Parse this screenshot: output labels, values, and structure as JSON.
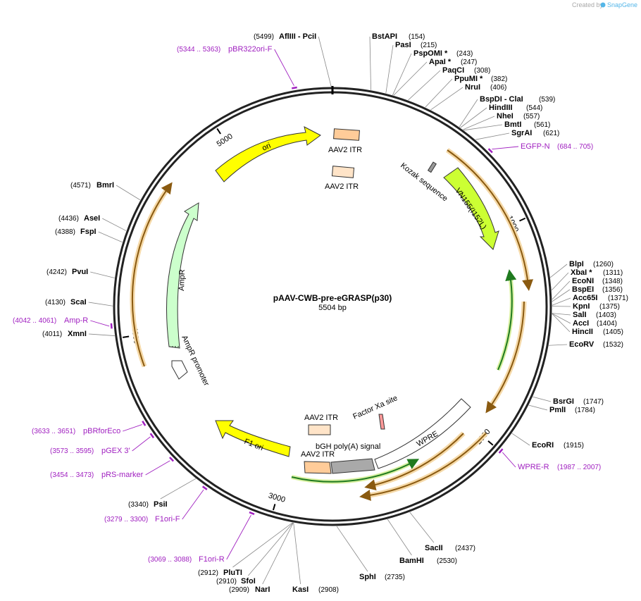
{
  "plasmid": {
    "name": "pAAV-CWB-pre-eGRASP(p30)",
    "length_label": "5504 bp"
  },
  "credit": {
    "prefix": "Created by",
    "brand": "SnapGene"
  },
  "brand_color": "#54b6e8",
  "total_bp": 5504,
  "ticks": [
    {
      "pos": 1000,
      "label": "1000"
    },
    {
      "pos": 2000,
      "label": "2000"
    },
    {
      "pos": 3000,
      "label": "3000"
    },
    {
      "pos": 4000,
      "label": "4000"
    },
    {
      "pos": 5000,
      "label": "5000"
    }
  ],
  "enzymes": [
    {
      "name": "AflIII  - PciI",
      "pos": "(5499)",
      "site": 5499
    },
    {
      "name": "BstAPI",
      "pos": "(154)",
      "site": 154
    },
    {
      "name": "PasI",
      "pos": "(215)",
      "site": 215
    },
    {
      "name": "PspOMI *",
      "pos": "(243)",
      "site": 243
    },
    {
      "name": "ApaI *",
      "pos": "(247)",
      "site": 247
    },
    {
      "name": "PaqCI",
      "pos": "(308)",
      "site": 308
    },
    {
      "name": "PpuMI *",
      "pos": "(382)",
      "site": 382
    },
    {
      "name": "NruI",
      "pos": "(406)",
      "site": 406
    },
    {
      "name": "BspDI  - ClaI",
      "pos": "(539)",
      "site": 539
    },
    {
      "name": "HindIII",
      "pos": "(544)",
      "site": 544
    },
    {
      "name": "NheI",
      "pos": "(557)",
      "site": 557
    },
    {
      "name": "BmtI",
      "pos": "(561)",
      "site": 561
    },
    {
      "name": "SgrAI",
      "pos": "(621)",
      "site": 621
    },
    {
      "name": "BlpI",
      "pos": "(1260)",
      "site": 1260
    },
    {
      "name": "XbaI *",
      "pos": "(1311)",
      "site": 1311
    },
    {
      "name": "EcoNI",
      "pos": "(1348)",
      "site": 1348
    },
    {
      "name": "BspEI",
      "pos": "(1356)",
      "site": 1356
    },
    {
      "name": "Acc65I",
      "pos": "(1371)",
      "site": 1371
    },
    {
      "name": "KpnI",
      "pos": "(1375)",
      "site": 1375
    },
    {
      "name": "SalI",
      "pos": "(1403)",
      "site": 1403
    },
    {
      "name": "AccI",
      "pos": "(1404)",
      "site": 1404
    },
    {
      "name": "HincII",
      "pos": "(1405)",
      "site": 1405
    },
    {
      "name": "EcoRV",
      "pos": "(1532)",
      "site": 1532
    },
    {
      "name": "BsrGI",
      "pos": "(1747)",
      "site": 1747
    },
    {
      "name": "PmlI",
      "pos": "(1784)",
      "site": 1784
    },
    {
      "name": "EcoRI",
      "pos": "(1915)",
      "site": 1915
    },
    {
      "name": "SacII",
      "pos": "(2437)",
      "site": 2437
    },
    {
      "name": "BamHI",
      "pos": "(2530)",
      "site": 2530
    },
    {
      "name": "SphI",
      "pos": "(2735)",
      "site": 2735
    },
    {
      "name": "KasI",
      "pos": "(2908)",
      "site": 2908
    },
    {
      "name": "NarI",
      "pos": "(2909)",
      "site": 2909
    },
    {
      "name": "SfoI",
      "pos": "(2910)",
      "site": 2910
    },
    {
      "name": "PluTI",
      "pos": "(2912)",
      "site": 2912
    },
    {
      "name": "PsiI",
      "pos": "(3340)",
      "site": 3340
    },
    {
      "name": "XmnI",
      "pos": "(4011)",
      "site": 4011
    },
    {
      "name": "ScaI",
      "pos": "(4130)",
      "site": 4130
    },
    {
      "name": "PvuI",
      "pos": "(4242)",
      "site": 4242
    },
    {
      "name": "FspI",
      "pos": "(4388)",
      "site": 4388
    },
    {
      "name": "AseI",
      "pos": "(4436)",
      "site": 4436
    },
    {
      "name": "BmrI",
      "pos": "(4571)",
      "site": 4571
    }
  ],
  "primers": [
    {
      "name": "pBR322ori-F",
      "range": "(5344 .. 5363)",
      "mid": 5353
    },
    {
      "name": "EGFP-N",
      "range": "(684 .. 705)",
      "mid": 694
    },
    {
      "name": "WPRE-R",
      "range": "(1987 .. 2007)",
      "mid": 1997
    },
    {
      "name": "F1ori-R",
      "range": "(3069 .. 3088)",
      "mid": 3078
    },
    {
      "name": "F1ori-F",
      "range": "(3279 .. 3300)",
      "mid": 3289
    },
    {
      "name": "pRS-marker",
      "range": "(3454 .. 3473)",
      "mid": 3463
    },
    {
      "name": "pGEX 3'",
      "range": "(3573 .. 3595)",
      "mid": 3584
    },
    {
      "name": "pBRforEco",
      "range": "(3633 .. 3651)",
      "mid": 3642
    },
    {
      "name": "Amp-R",
      "range": "(4042 .. 4061)",
      "mid": 4051
    }
  ],
  "features": [
    {
      "label": "ori",
      "color": "#ffff00"
    },
    {
      "label": "AAV2 ITR",
      "color": "#ffcc99"
    },
    {
      "label": "AAV2 ITR",
      "color": "#ffe4c8"
    },
    {
      "label": "Kozak sequence",
      "color": "#999999"
    },
    {
      "label": "VN155(I152L)",
      "color": "#ccff33"
    },
    {
      "label": "AmpR",
      "color": "#ccffcc"
    },
    {
      "label": "AmpR promoter",
      "color": "#ffffff"
    },
    {
      "label": "Factor Xa site",
      "color": "#ff9999"
    },
    {
      "label": "AAV2 ITR",
      "color": "#ffe4c8"
    },
    {
      "label": "bGH poly(A) signal",
      "color": "#a9a9a9"
    },
    {
      "label": "WPRE",
      "color": "#ffffff"
    },
    {
      "label": "AAV2 ITR",
      "color": "#ffcc99"
    },
    {
      "label": "F1 ori",
      "color": "#ffff00"
    }
  ],
  "orf_colors": {
    "orf": "#e8a04a",
    "inner": "#228822"
  }
}
